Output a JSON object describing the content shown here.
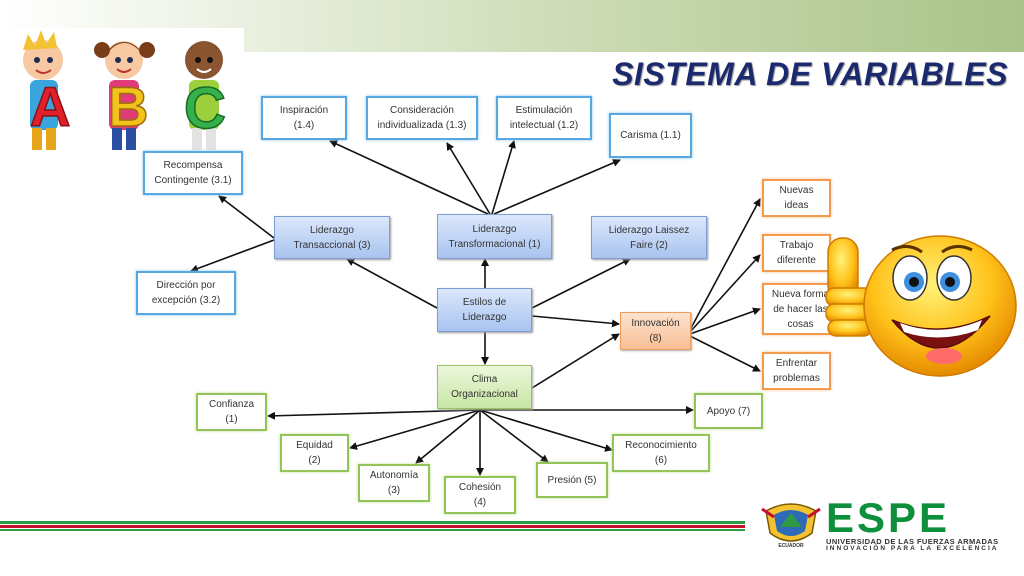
{
  "title": "SISTEMA DE VARIABLES",
  "nodes": {
    "inspiracion": "Inspiración\n(1.4)",
    "consideracion": "Consideración\nindividualizada (1.3)",
    "estimulacion": "Estimulación\nintelectual (1.2)",
    "carisma": "Carisma (1.1)",
    "recompensa": "Recompensa\nContingente (3.1)",
    "transaccional": "Liderazgo\nTransaccional (3)",
    "transformacional": "Liderazgo\nTransformacional (1)",
    "laissez": "Liderazgo Laissez\nFaire (2)",
    "direccion": "Dirección por\nexcepción (3.2)",
    "estilos": "Estilos de\nLiderazgo",
    "innovacion": "Innovación\n(8)",
    "nuevas_ideas": "Nuevas\nideas",
    "trabajo": "Trabajo\ndiferente",
    "nueva_forma": "Nueva forma\nde hacer las\ncosas",
    "enfrentar": "Enfrentar\nproblemas",
    "clima": "Clima\nOrganizacional",
    "confianza": "Confianza\n(1)",
    "apoyo": "Apoyo (7)",
    "equidad": "Equidad\n(2)",
    "reconocimiento": "Reconocimiento\n(6)",
    "autonomia": "Autonomía\n(3)",
    "presion": "Presión (5)",
    "cohesion": "Cohesión\n(4)"
  },
  "logo": {
    "name": "ESPE",
    "subtitle": "UNIVERSIDAD DE LAS FUERZAS ARMADAS",
    "tagline": "INNOVACIÓN PARA LA EXCELENCIA",
    "emblem_text": "ECUADOR"
  },
  "kids_letters": [
    "A",
    "B",
    "C"
  ],
  "colors": {
    "title": "#1b2a6e",
    "blue_border": "#58a7e0",
    "orange_border": "#f39a4d",
    "green_border": "#92c45a",
    "espe_green": "#0e8f3c",
    "flag_red": "#c8102e"
  }
}
